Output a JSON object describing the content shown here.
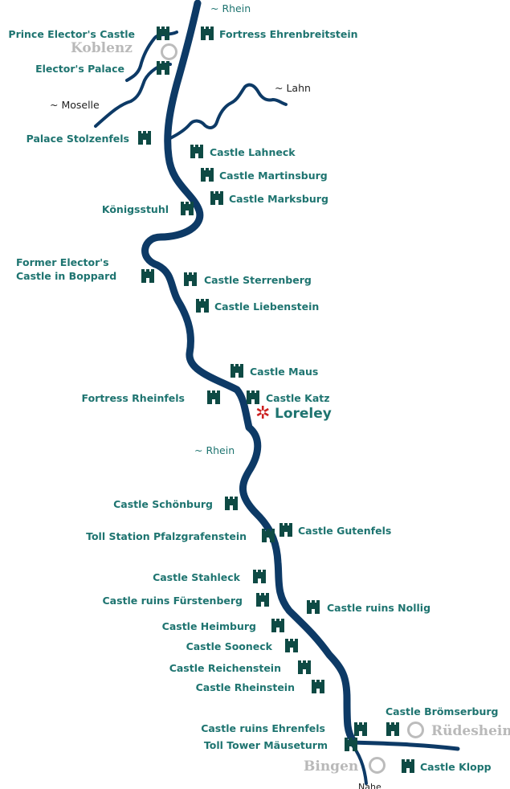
{
  "map": {
    "rivers": {
      "rhein_top": "~ Rhein",
      "rhein_mid": "~ Rhein",
      "moselle": "~ Moselle",
      "lahn": "~ Lahn",
      "nahe_cut": "Nahe"
    },
    "cities": {
      "koblenz": "Koblenz",
      "ruedesheim": "Rüdesheim",
      "bingen": "Bingen"
    },
    "highlight": {
      "loreley": "Loreley",
      "marker_glyph": "✲"
    },
    "castles": [
      "Prince Elector's Castle",
      "Fortress Ehrenbreitstein",
      "Elector's Palace",
      "Palace Stolzenfels",
      "Castle Lahneck",
      "Castle Martinsburg",
      "Castle Marksburg",
      "Königsstuhl",
      "Former Elector's Castle in Boppard",
      "Castle Sterrenberg",
      "Castle Liebenstein",
      "Castle Maus",
      "Fortress Rheinfels",
      "Castle Katz",
      "Castle Schönburg",
      "Toll Station Pfalzgrafenstein",
      "Castle Gutenfels",
      "Castle Stahleck",
      "Castle ruins Fürstenberg",
      "Castle ruins Nollig",
      "Castle Heimburg",
      "Castle Sooneck",
      "Castle Reichenstein",
      "Castle Rheinstein",
      "Castle Brömserburg",
      "Castle ruins Ehrenfels",
      "Toll Tower Mäuseturm",
      "Castle Klopp"
    ],
    "colors": {
      "river": "#0d3a66",
      "label": "#1e7470",
      "castle_icon": "#0e4a44",
      "city": "#b9b9b9",
      "loreley_marker": "#cc1f1f"
    }
  }
}
